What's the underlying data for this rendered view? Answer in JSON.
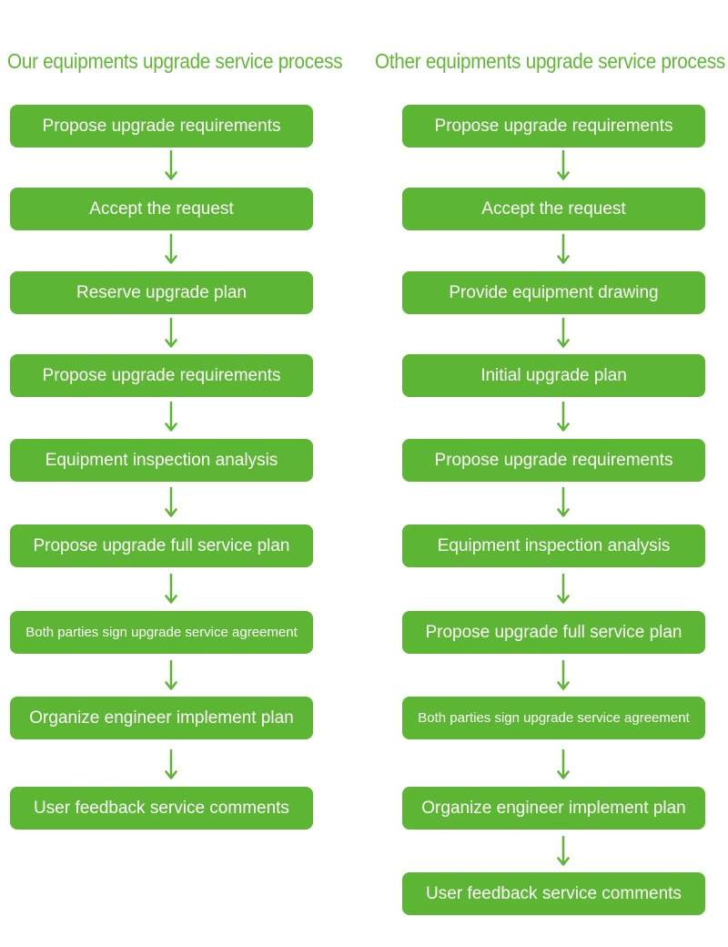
{
  "columns": [
    {
      "title": "Our equipments upgrade service process",
      "steps": [
        "Propose upgrade requirements",
        "Accept the request",
        "Reserve upgrade plan",
        "Propose upgrade requirements",
        "Equipment inspection analysis",
        "Propose upgrade full service plan",
        "Both parties sign upgrade service agreement",
        "Organize engineer implement plan",
        "User feedback service comments"
      ]
    },
    {
      "title": "Other equipments upgrade service process",
      "steps": [
        "Propose upgrade requirements",
        "Accept the request",
        "Provide equipment drawing",
        "Initial upgrade plan",
        "Propose upgrade requirements",
        "Equipment inspection analysis",
        "Propose upgrade full service plan",
        "Both parties sign upgrade service agreement",
        "Organize engineer implement plan",
        "User feedback service comments"
      ]
    }
  ],
  "colors": {
    "box": "#5db534",
    "title": "#5fb832",
    "arrow": "#5db534",
    "text": "#ffffff"
  }
}
